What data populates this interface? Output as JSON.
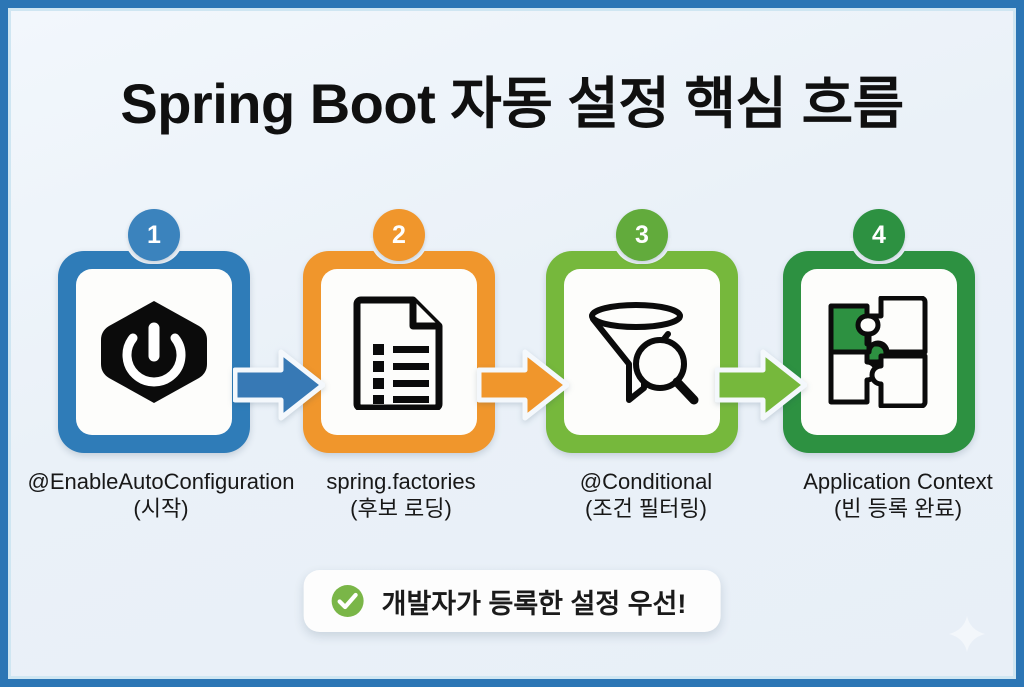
{
  "page": {
    "title": "Spring Boot 자동 설정 핵심 흐름",
    "border_color": "#2c76b5",
    "background_color": "#eef3f9"
  },
  "steps": [
    {
      "number": "1",
      "color": "#2f7cb8",
      "badge_color": "#3b83bd",
      "icon": "spring-boot-leaf-power-icon",
      "label_main": "@EnableAutoConfiguration",
      "label_sub": "(시작)"
    },
    {
      "number": "2",
      "color": "#f0962c",
      "badge_color": "#f0962c",
      "icon": "document-list-icon",
      "label_main": "spring.factories",
      "label_sub": "(후보 로딩)"
    },
    {
      "number": "3",
      "color": "#76b83c",
      "badge_color": "#62ab3c",
      "icon": "funnel-search-icon",
      "label_main": "@Conditional",
      "label_sub": "(조건 필터링)"
    },
    {
      "number": "4",
      "color": "#2d9141",
      "badge_color": "#2d9141",
      "icon": "puzzle-pieces-icon",
      "label_main": "Application Context",
      "label_sub": "(빈 등록 완료)"
    }
  ],
  "arrows": [
    {
      "name": "arrow-step1-to-step2",
      "color": "#3779b5"
    },
    {
      "name": "arrow-step2-to-step3",
      "color": "#f0962c"
    },
    {
      "name": "arrow-step3-to-step4",
      "color": "#76b83c"
    }
  ],
  "banner": {
    "icon": "check-circle-icon",
    "icon_color": "#7ab648",
    "text": "개발자가 등록한 설정 우선!"
  },
  "decoration": {
    "sparkle": "sparkle-icon"
  }
}
